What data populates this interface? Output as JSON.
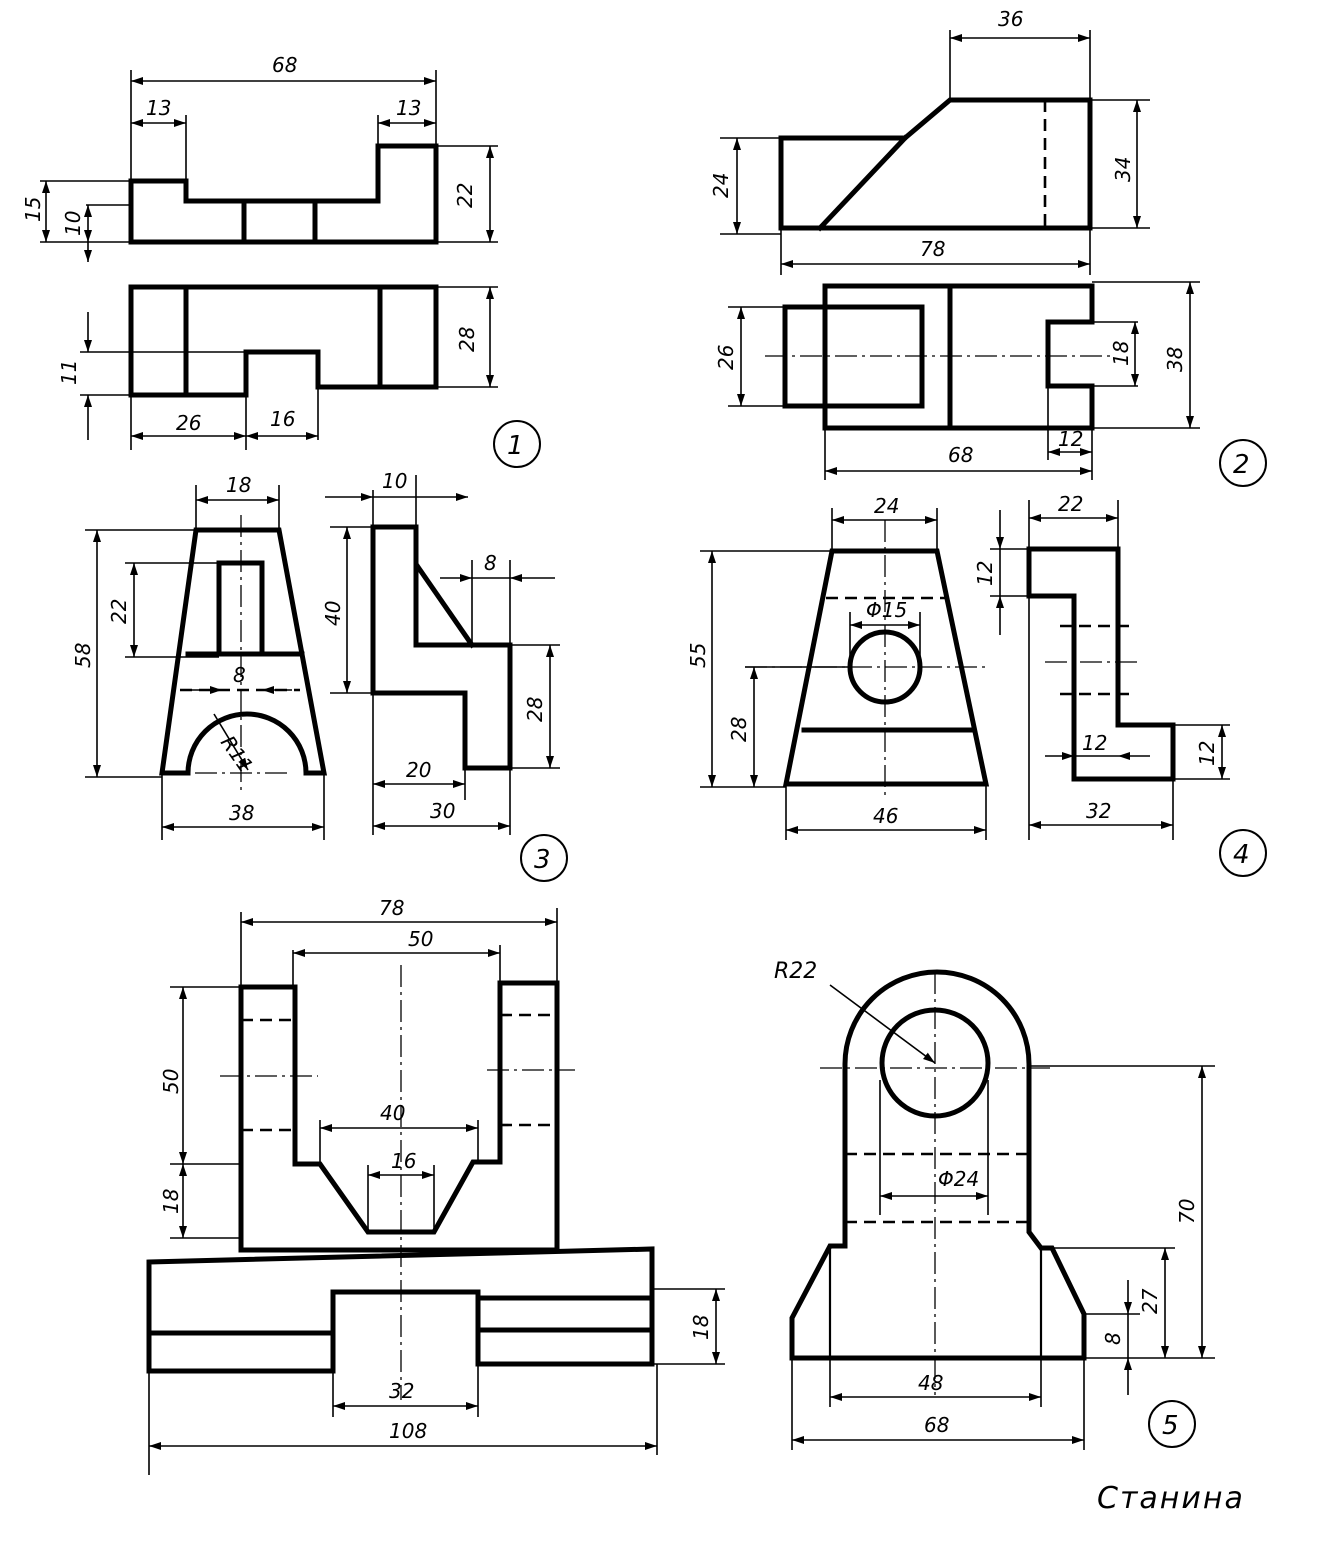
{
  "caption": "Станина",
  "drawings": [
    {
      "number": "1",
      "dims": [
        "68",
        "13",
        "13",
        "15",
        "10",
        "22",
        "11",
        "28",
        "26",
        "16"
      ]
    },
    {
      "number": "2",
      "dims": [
        "36",
        "24",
        "34",
        "78",
        "26",
        "18",
        "38",
        "68",
        "12"
      ]
    },
    {
      "number": "3",
      "dims": [
        "18",
        "58",
        "22",
        "8",
        "R11",
        "38",
        "10",
        "40",
        "8",
        "28",
        "20",
        "30"
      ]
    },
    {
      "number": "4",
      "dims": [
        "24",
        "55",
        "Φ15",
        "28",
        "46",
        "22",
        "12",
        "12",
        "12",
        "32"
      ]
    },
    {
      "number": "5",
      "dims": [
        "78",
        "50",
        "50",
        "40",
        "16",
        "18",
        "18",
        "32",
        "108"
      ]
    },
    {
      "number": "",
      "dims": [
        "R22",
        "Φ24",
        "70",
        "27",
        "8",
        "48",
        "68"
      ]
    }
  ]
}
